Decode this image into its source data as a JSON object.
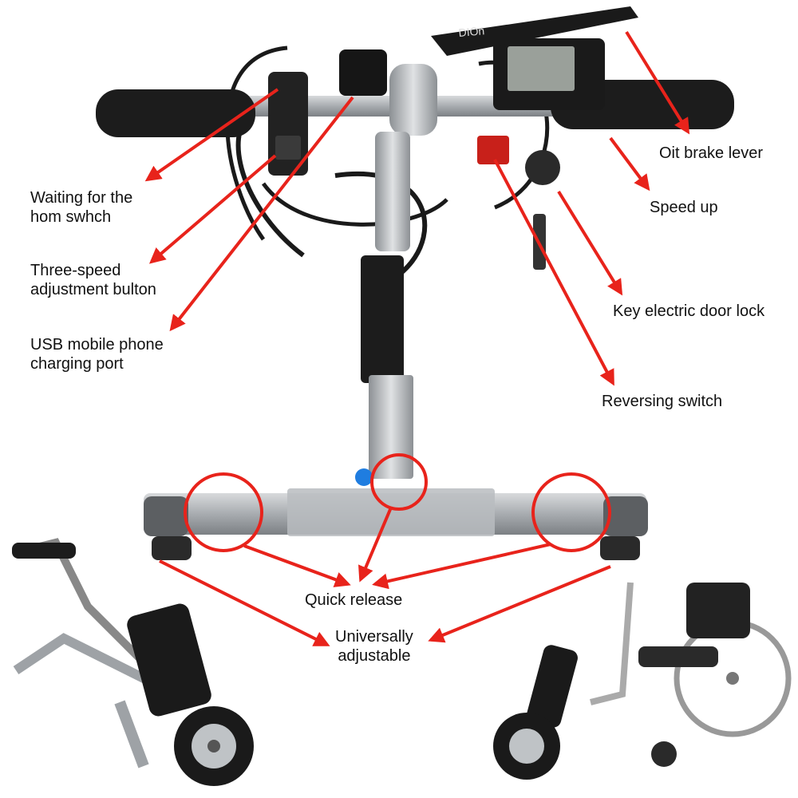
{
  "colors": {
    "arrow": "#e8231b",
    "frame": "#9ea2a6",
    "frame_dark": "#5c5f62",
    "grip": "#1c1c1c",
    "text": "#111111",
    "blue_knob": "#1f7de0"
  },
  "callouts": {
    "horn_switch": [
      "Waiting for the",
      "hom swhch"
    ],
    "three_speed": [
      "Three-speed",
      "adjustment bulton"
    ],
    "usb_port": [
      "USB mobile phone",
      "charging port"
    ],
    "brake_lever": [
      "Oit brake lever"
    ],
    "speed_up": [
      "Speed up"
    ],
    "door_lock": [
      "Key electric door lock"
    ],
    "reversing": [
      "Reversing switch"
    ],
    "quick_release": [
      "Quick release"
    ],
    "adjustable": [
      "Universally",
      "adjustable"
    ]
  },
  "device": {
    "brand_text": "DIOn"
  }
}
